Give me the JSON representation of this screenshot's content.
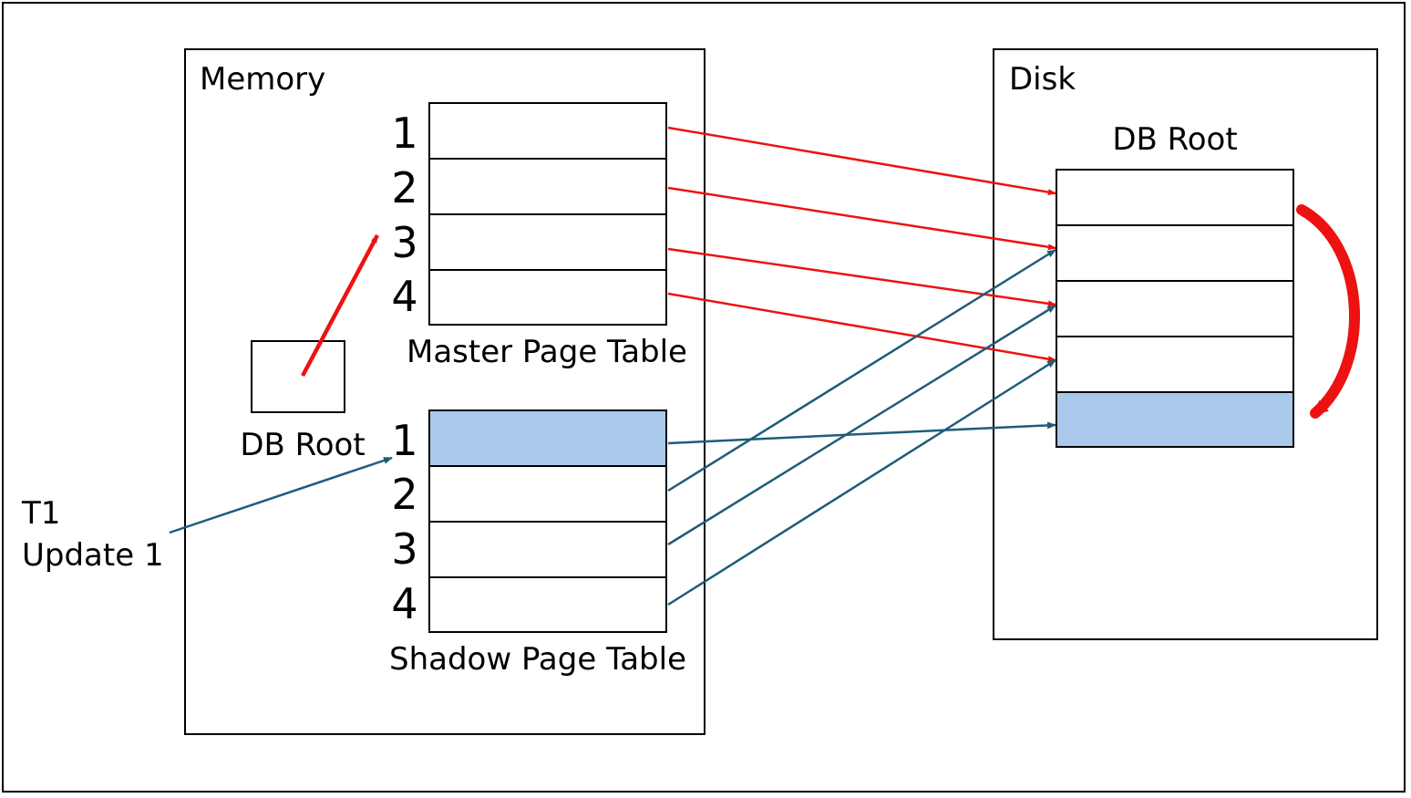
{
  "memory": {
    "title": "Memory",
    "db_root_label": "DB Root",
    "master_table": {
      "label": "Master Page Table",
      "rows": [
        "1",
        "2",
        "3",
        "4"
      ]
    },
    "shadow_table": {
      "label": "Shadow Page Table",
      "rows": [
        "1",
        "2",
        "3",
        "4"
      ]
    }
  },
  "disk": {
    "title": "Disk",
    "db_root_label": "DB Root",
    "page_count": 5
  },
  "transaction": {
    "line1": "T1",
    "line2": "Update 1"
  },
  "colors": {
    "master_arrow": "#ee1111",
    "shadow_arrow": "#1f5c7a",
    "highlight_fill": "#a9c9ea",
    "border": "#000000"
  }
}
